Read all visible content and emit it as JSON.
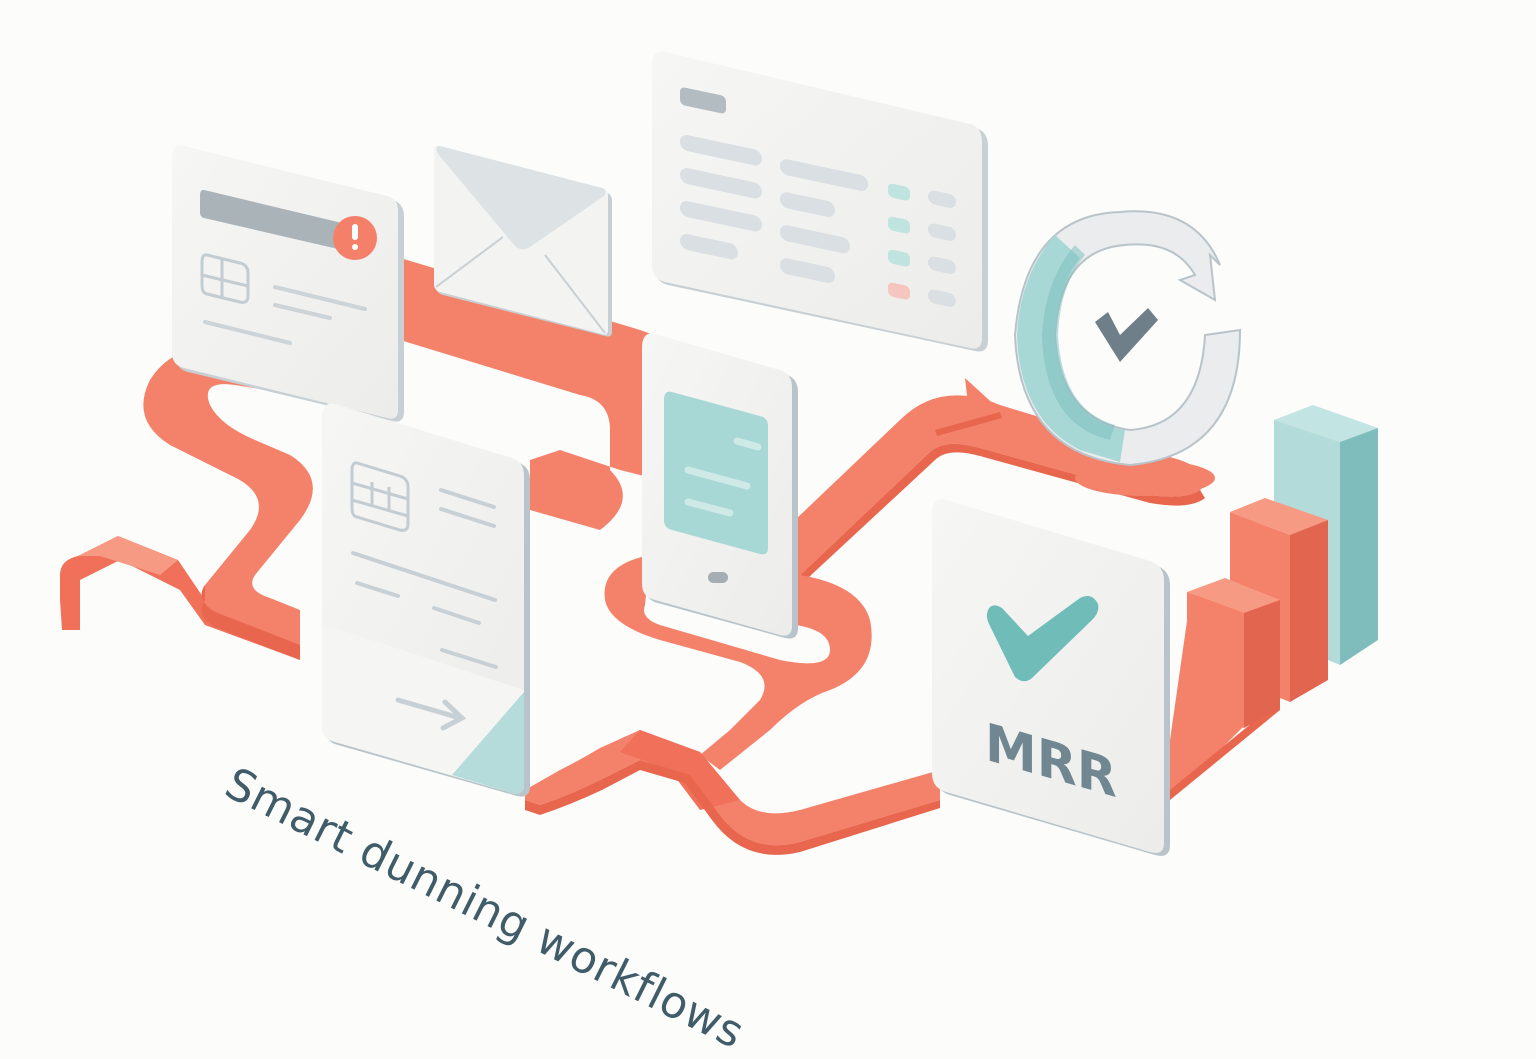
{
  "caption": "Smart dunning workflows",
  "colors": {
    "background": "#fcfcfb",
    "path": "#f4826a",
    "path_dark": "#e8664d",
    "card_face": "#f2f2f1",
    "card_edge": "#b8c4c9",
    "placeholder_bar": "#cdd4d8",
    "header_bar": "#a9b3b8",
    "teal": "#a8d8d6",
    "teal_dark": "#78bcbb",
    "alert": "#f4806a",
    "mark_dark": "#6e7f89",
    "text": "#3f5c68"
  },
  "cards": {
    "failed_payment": {
      "icon": "credit-card-chip-icon",
      "badge": "!",
      "badge_icon": "alert-exclamation-icon"
    },
    "email": {
      "icon": "envelope-icon"
    },
    "invoice_table": {
      "status_colors": [
        "#bfe3df",
        "#bfe3df",
        "#bfe3df",
        "#f4c6bf"
      ]
    },
    "mobile": {
      "icon": "smartphone-icon"
    },
    "payment_update": {
      "icon": "credit-card-chip-icon",
      "arrow_icon": "arrow-right-icon"
    },
    "retry_cycle": {
      "icon": "refresh-check-icon"
    },
    "mrr": {
      "label": "MRR",
      "icon": "checkmark-icon"
    }
  },
  "bar_chart": {
    "icon": "bar-chart-icon",
    "bars": [
      "coral-short",
      "coral-medium",
      "teal-tall"
    ]
  }
}
